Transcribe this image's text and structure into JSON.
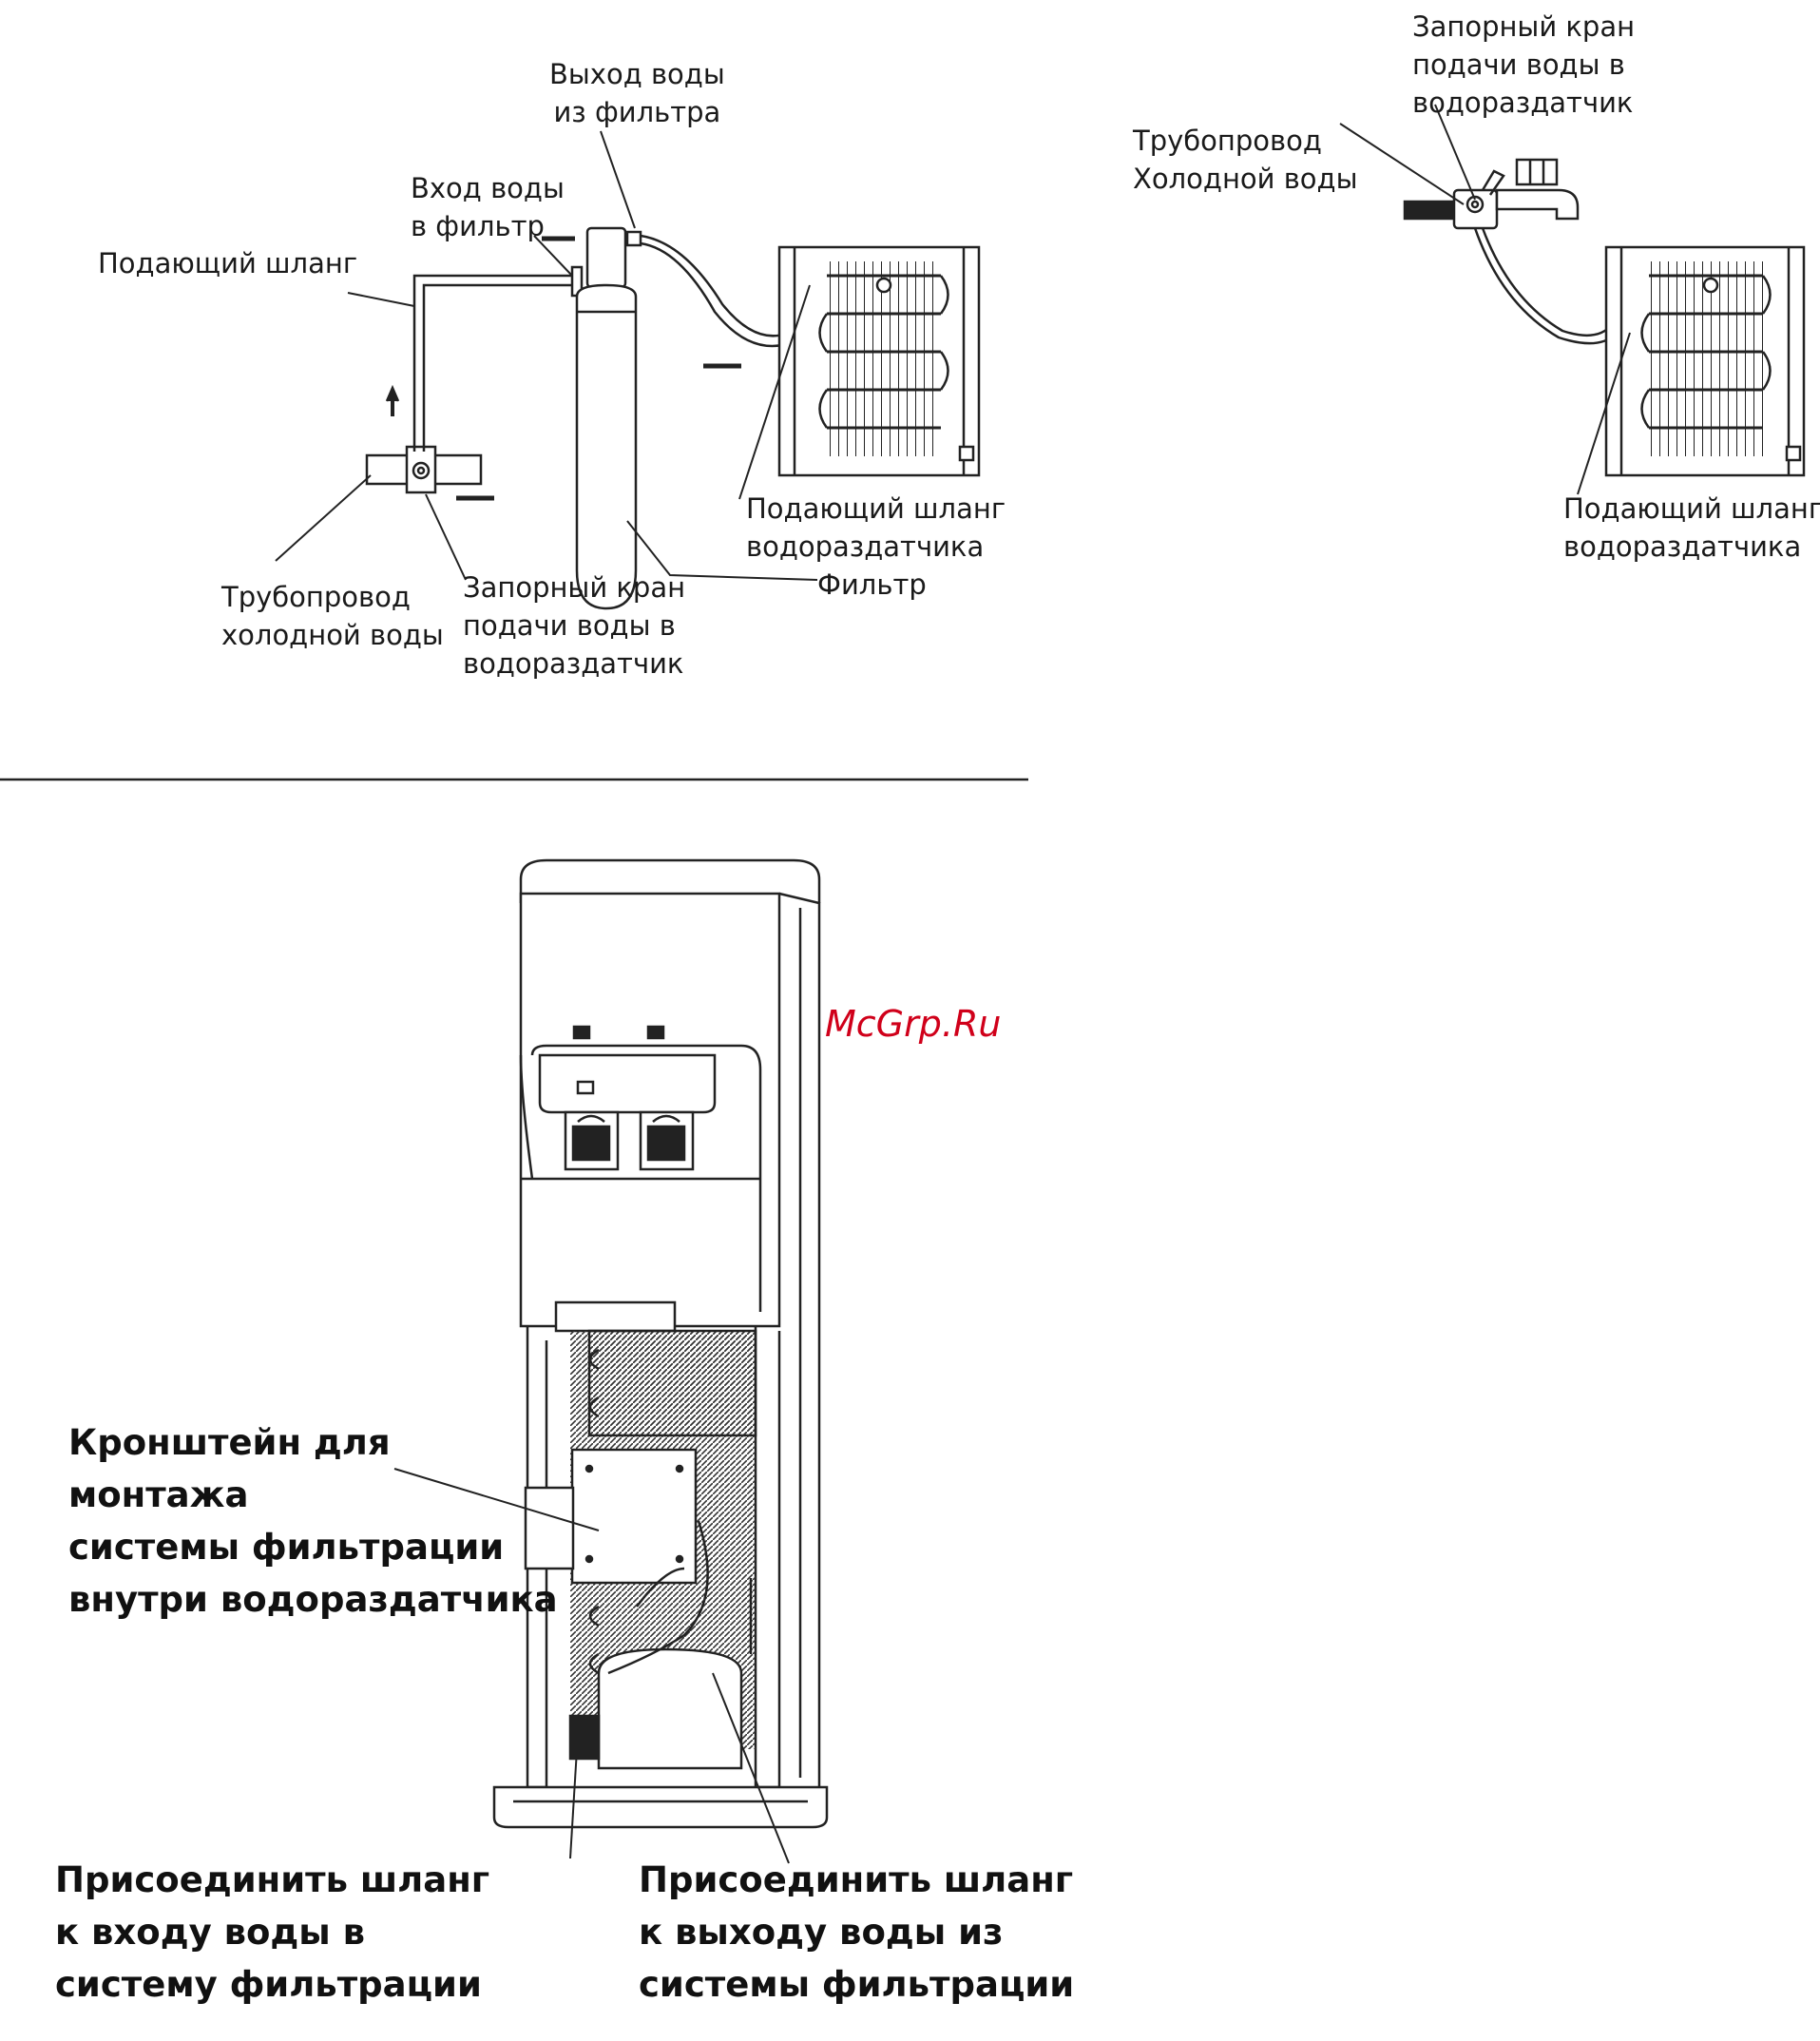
{
  "diagram_filter": {
    "outlet_label": [
      "Выход воды",
      "из фильтра"
    ],
    "inlet_label": [
      "Вход воды",
      "в фильтр"
    ],
    "supply_hose_label": "Подающий шланг",
    "cold_pipe_label": [
      "Трубопровод",
      "холодной воды"
    ],
    "shutoff_valve_label": [
      "Запорный кран",
      "подачи воды в",
      "водораздатчик"
    ],
    "dispenser_hose_label": [
      "Подающий шланг",
      "водораздатчика"
    ],
    "filter_label": "Фильтр"
  },
  "diagram_direct": {
    "shutoff_valve_label": [
      "Запорный кран",
      "подачи воды в",
      "водораздатчик"
    ],
    "cold_pipe_label": [
      "Трубопровод",
      "Холодной воды"
    ],
    "dispenser_hose_label": [
      "Подающий шланг",
      "водораздатчика"
    ]
  },
  "diagram_dispenser": {
    "bracket_label": [
      "Кронштейн для",
      "монтажа",
      "системы фильтрации",
      "внутри водораздатчика"
    ],
    "inlet_connect_label": [
      "Присоединить шланг",
      "к входу воды в",
      "систему фильтрации"
    ],
    "outlet_connect_label": [
      "Присоединить шланг",
      "к выходу воды из",
      "системы фильтрации"
    ]
  },
  "watermark": "McGrp.Ru"
}
